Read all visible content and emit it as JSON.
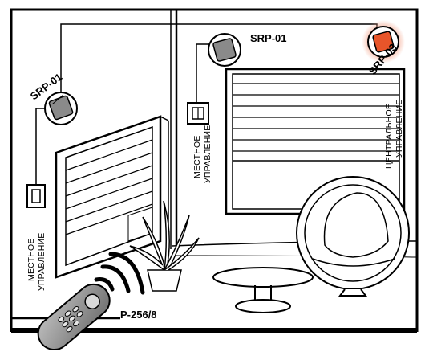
{
  "labels": {
    "srp_left": "SRP-01",
    "srp_center": "SRP-01",
    "srp_right": "SRP-03",
    "remote": "P-256/8",
    "local_left_line1": "МЕСТНОЕ",
    "local_left_line2": "УПРАВЛЕНИЕ",
    "local_center_line1": "МЕСТНОЕ",
    "local_center_line2": "УПРАВЛЕНИЕ",
    "central_line1": "ЦЕНТРАЛЬНОЕ",
    "central_line2": "УПРАВЛЕНИЕ"
  },
  "colors": {
    "srp03_fill": "#e8552a",
    "srp03_glow": "#f4a58c",
    "device_gray": "#8a8a8a"
  }
}
